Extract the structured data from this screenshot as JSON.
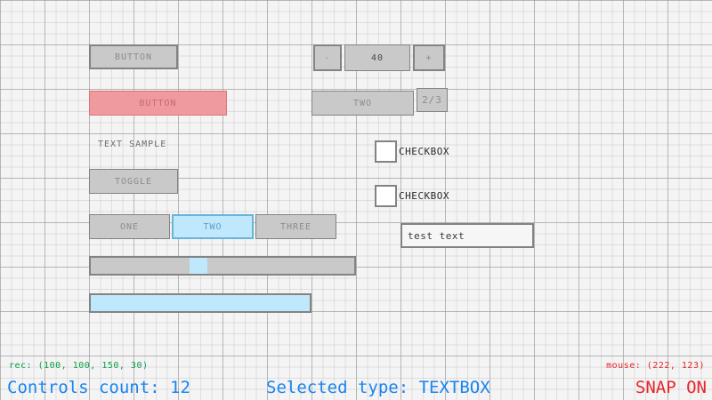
{
  "theme": {
    "background": "#f4f4f4",
    "grid_minor": "#bebebe",
    "grid_major": "#969696",
    "control_fill": "#c9c9c9",
    "control_border": "#838383",
    "control_text": "#8c8c8c",
    "danger_fill": "#ef9a9e",
    "danger_border": "#e0737b",
    "focus_fill": "#bfe8fd",
    "focus_border": "#6ab4d8",
    "status_green": "#0a9e4a",
    "status_blue": "#1884f0",
    "status_red": "#e8242a"
  },
  "canvas": {
    "button_default": {
      "label": "BUTTON"
    },
    "button_danger": {
      "label": "BUTTON"
    },
    "label_sample": {
      "text": "TEXT SAMPLE"
    },
    "toggle": {
      "label": "TOGGLE"
    },
    "toggle_group": {
      "options": [
        "ONE",
        "TWO",
        "THREE"
      ],
      "selected_index": 1
    },
    "spinner": {
      "decrement_label": "-",
      "value": "40",
      "increment_label": "+"
    },
    "dropdown": {
      "value": "TWO",
      "pager": "2/3"
    },
    "checkboxes": [
      {
        "label": "CHECKBOX",
        "checked": false
      },
      {
        "label": "CHECKBOX",
        "checked": false
      }
    ],
    "textbox": {
      "value": "test text"
    },
    "slider": {
      "value_percent": 38
    },
    "progress_bar": {
      "value_percent": 83
    }
  },
  "status_bar": {
    "rec_info": "rec: (100, 100, 150, 30)",
    "mouse_info": "mouse: (222, 123)",
    "controls_count": "Controls count: 12",
    "selected_type": "Selected type: TEXTBOX",
    "snap_state": "SNAP ON"
  }
}
